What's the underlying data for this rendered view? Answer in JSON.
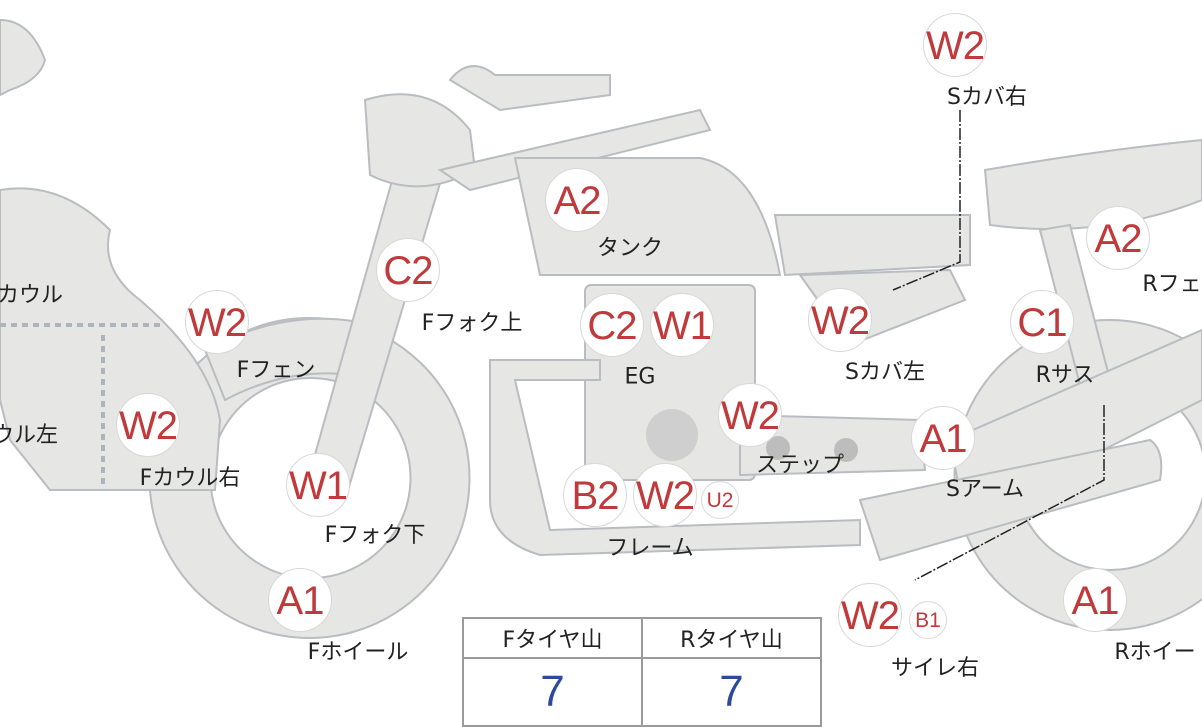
{
  "colors": {
    "part_fill": "#e6e6e4",
    "part_stroke": "#b9bcc0",
    "rating": "#c0393b",
    "tire_value": "#2d4a9a"
  },
  "parts": [
    {
      "name": "s-cover-right",
      "ratings": [
        "W2"
      ],
      "label": "Sカバ右"
    },
    {
      "name": "tank",
      "ratings": [
        "A2"
      ],
      "label": "タンク"
    },
    {
      "name": "f-fork-upper",
      "ratings": [
        "C2"
      ],
      "label": "Fフォク上"
    },
    {
      "name": "f-fender",
      "ratings": [
        "W2"
      ],
      "label": "Fフェン"
    },
    {
      "name": "engine",
      "ratings": [
        "C2",
        "W1"
      ],
      "label": "EG"
    },
    {
      "name": "s-cover-left",
      "ratings": [
        "W2"
      ],
      "label": "Sカバ左"
    },
    {
      "name": "r-suspension",
      "ratings": [
        "C1"
      ],
      "label": "Rサス"
    },
    {
      "name": "r-fender",
      "ratings": [
        "A2"
      ],
      "label": "Rフェ"
    },
    {
      "name": "f-cowl-right",
      "ratings": [
        "W2"
      ],
      "label": "Fカウル右"
    },
    {
      "name": "step",
      "ratings": [
        "W2"
      ],
      "label": "ステップ"
    },
    {
      "name": "swing-arm",
      "ratings": [
        "A1"
      ],
      "label": "Sアーム"
    },
    {
      "name": "f-fork-lower",
      "ratings": [
        "W1"
      ],
      "label": "Fフォク下"
    },
    {
      "name": "frame",
      "ratings": [
        "B2",
        "W2",
        "U2"
      ],
      "label": "フレーム"
    },
    {
      "name": "f-wheel",
      "ratings": [
        "A1"
      ],
      "label": "Fホイール"
    },
    {
      "name": "silencer-right",
      "ratings": [
        "W2",
        "B1"
      ],
      "label": "サイレ右"
    },
    {
      "name": "r-wheel",
      "ratings": [
        "A1"
      ],
      "label": "Rホイー"
    },
    {
      "name": "cowl",
      "ratings": [],
      "label": "カウル"
    },
    {
      "name": "cowl-left",
      "ratings": [],
      "label": "ウル左"
    }
  ],
  "tire_table": {
    "headers": [
      "Fタイヤ山",
      "Rタイヤ山"
    ],
    "values": [
      "7",
      "7"
    ]
  }
}
